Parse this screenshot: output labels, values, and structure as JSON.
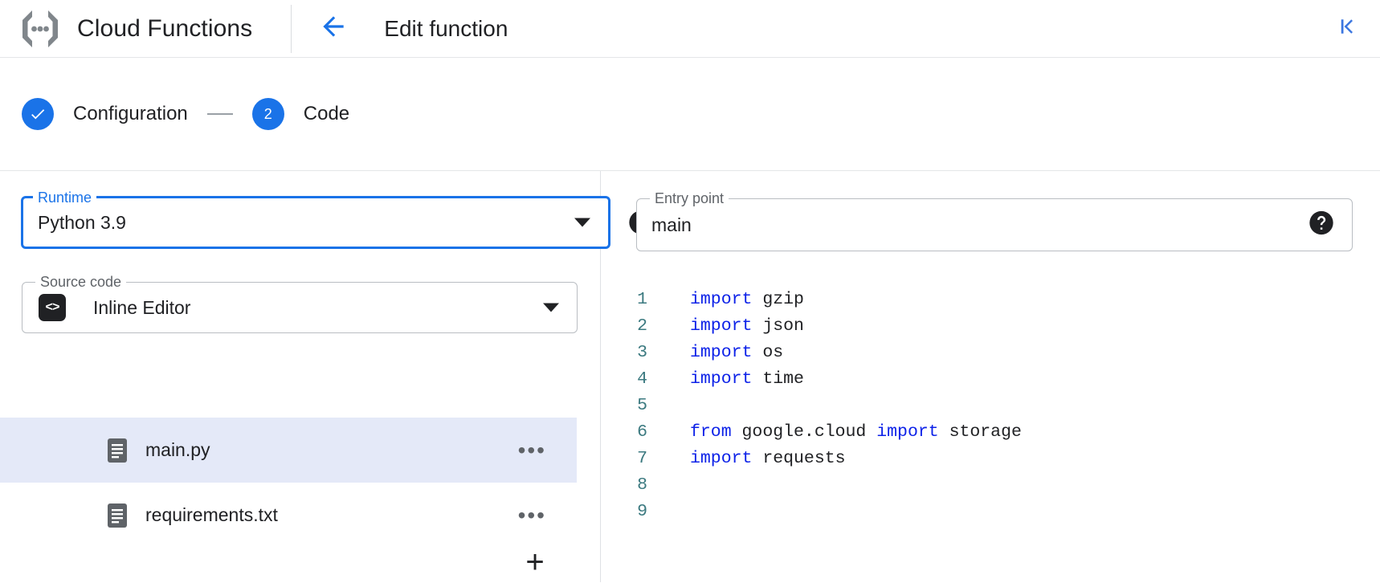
{
  "header": {
    "brand_title": "Cloud Functions",
    "brand_icon": "cloud-functions-logo-icon",
    "back_icon": "arrow-left-icon",
    "page_title": "Edit function",
    "collapse_icon": "first-page-collapse-icon"
  },
  "stepper": {
    "steps": [
      {
        "marker": "✓",
        "label": "Configuration",
        "state": "done"
      },
      {
        "marker": "2",
        "label": "Code",
        "state": "active"
      }
    ],
    "connector": "—",
    "accent_color": "#1a73e8"
  },
  "form": {
    "runtime": {
      "legend": "Runtime",
      "value": "Python 3.9",
      "help_icon": "help-filled-icon",
      "dropdown_icon": "chevron-down-icon",
      "focused": true
    },
    "entry_point": {
      "legend": "Entry point",
      "value": "main",
      "help_icon": "help-filled-icon",
      "focused": false
    },
    "source_code": {
      "legend": "Source code",
      "value": "Inline Editor",
      "icon_glyph": "<>",
      "icon_name": "inline-editor-code-icon",
      "dropdown_icon": "chevron-down-icon"
    }
  },
  "files": {
    "add_label": "+",
    "more_label": "•••",
    "items": [
      {
        "name": "main.py",
        "selected": true,
        "icon": "file-document-icon"
      },
      {
        "name": "requirements.txt",
        "selected": false,
        "icon": "file-document-icon"
      }
    ]
  },
  "editor": {
    "lines": [
      {
        "num": "1",
        "tokens": [
          {
            "t": "import",
            "c": "kw"
          },
          {
            "t": " gzip",
            "c": "pl"
          }
        ]
      },
      {
        "num": "2",
        "tokens": [
          {
            "t": "import",
            "c": "kw"
          },
          {
            "t": " json",
            "c": "pl"
          }
        ]
      },
      {
        "num": "3",
        "tokens": [
          {
            "t": "import",
            "c": "kw"
          },
          {
            "t": " os",
            "c": "pl"
          }
        ]
      },
      {
        "num": "4",
        "tokens": [
          {
            "t": "import",
            "c": "kw"
          },
          {
            "t": " time",
            "c": "pl"
          }
        ]
      },
      {
        "num": "5",
        "tokens": []
      },
      {
        "num": "6",
        "tokens": [
          {
            "t": "from",
            "c": "kw"
          },
          {
            "t": " google.cloud ",
            "c": "pl"
          },
          {
            "t": "import",
            "c": "kw"
          },
          {
            "t": " storage",
            "c": "pl"
          }
        ]
      },
      {
        "num": "7",
        "tokens": [
          {
            "t": "import",
            "c": "kw"
          },
          {
            "t": " requests",
            "c": "pl"
          }
        ]
      },
      {
        "num": "8",
        "tokens": []
      },
      {
        "num": "9",
        "tokens": []
      }
    ],
    "colors": {
      "keyword": "#0d22e8",
      "plain": "#202124",
      "gutter": "#3c7a80"
    }
  }
}
